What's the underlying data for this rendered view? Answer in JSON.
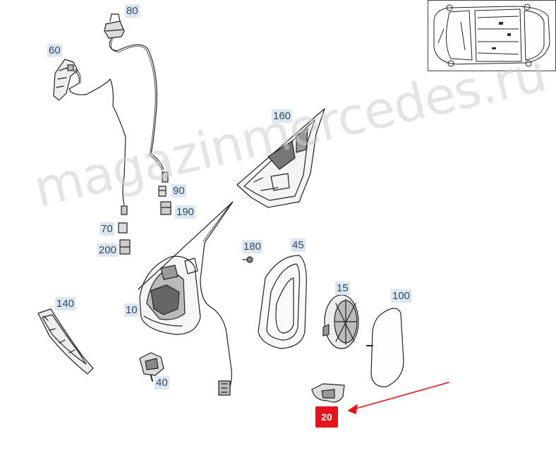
{
  "callouts": {
    "c80": "80",
    "c60": "60",
    "c160": "160",
    "c90": "90",
    "c190": "190",
    "c70": "70",
    "c200": "200",
    "c180": "180",
    "c45": "45",
    "c15": "15",
    "c100": "100",
    "c140": "140",
    "c10": "10",
    "c40": "40",
    "c20": "20"
  },
  "highlight": {
    "part": "20",
    "color": "#e3121c"
  },
  "watermark": "magazinmercedes.ru",
  "colors": {
    "callout_bg": "#dde7f1",
    "callout_text": "#334a63",
    "line": "#222222"
  }
}
